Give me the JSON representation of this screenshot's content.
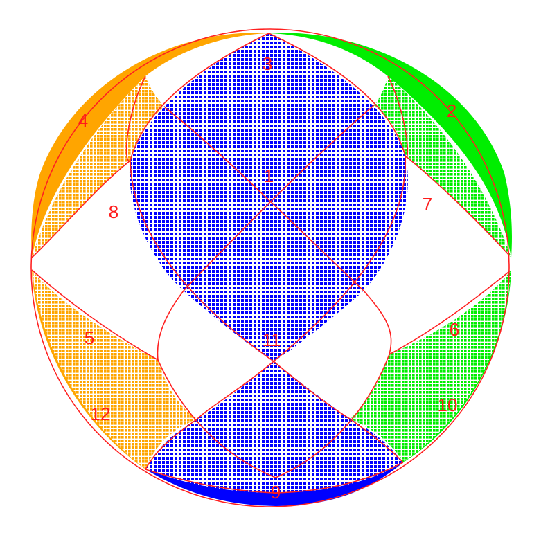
{
  "colors": {
    "background": "#ffffff",
    "orange_fill": "#FFA500",
    "green_fill": "#00EE00",
    "blue_fill": "#0000FF",
    "boundary": "#FF2020",
    "label": "#FF1A1A"
  },
  "regions": [
    {
      "id": "region-1",
      "label": "1"
    },
    {
      "id": "region-2",
      "label": "2"
    },
    {
      "id": "region-3",
      "label": "3"
    },
    {
      "id": "region-4",
      "label": "4"
    },
    {
      "id": "region-5",
      "label": "5"
    },
    {
      "id": "region-6",
      "label": "6"
    },
    {
      "id": "region-7",
      "label": "7"
    },
    {
      "id": "region-8",
      "label": "8"
    },
    {
      "id": "region-9",
      "label": "9"
    },
    {
      "id": "region-10",
      "label": "10"
    },
    {
      "id": "region-11",
      "label": "11"
    },
    {
      "id": "region-12",
      "label": "12"
    }
  ]
}
